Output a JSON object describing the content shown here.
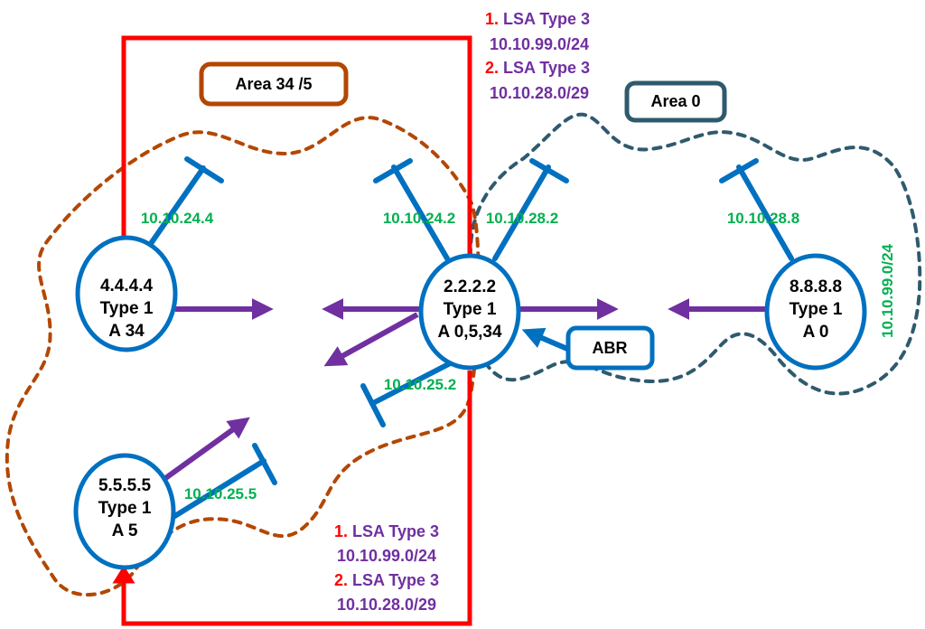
{
  "colors": {
    "router": "#0070c0",
    "lsa_type1_arrow": "#7030a0",
    "lsa_type3_path": "#ff0000",
    "area_34_5_boundary": "#b34700",
    "area_0_boundary": "#2f5a6e",
    "ip_label": "#00b050"
  },
  "areas": [
    {
      "label": "Area 34 /5"
    },
    {
      "label": "Area 0"
    }
  ],
  "routers": [
    {
      "id": "4.4.4.4",
      "lsa": "Type 1",
      "area": "A 34"
    },
    {
      "id": "2.2.2.2",
      "lsa": "Type 1",
      "area": "A 0,5,34"
    },
    {
      "id": "8.8.8.8",
      "lsa": "Type 1",
      "area": "A 0"
    },
    {
      "id": "5.5.5.5",
      "lsa": "Type 1",
      "area": "A 5"
    }
  ],
  "abr_label": "ABR",
  "interfaces": [
    "10.10.24.4",
    "10.10.24.2",
    "10.10.28.2",
    "10.10.28.8",
    "10.10.25.2",
    "10.10.25.5"
  ],
  "network_label": "10.10.99.0/24",
  "lsa_top": [
    {
      "num": "1.",
      "text": "LSA Type 3",
      "prefix": "10.10.99.0/24"
    },
    {
      "num": "2.",
      "text": "LSA Type 3",
      "prefix": "10.10.28.0/29"
    }
  ],
  "lsa_bottom": [
    {
      "num": "1.",
      "text": "LSA Type 3",
      "prefix": "10.10.99.0/24"
    },
    {
      "num": "2.",
      "text": "LSA Type 3",
      "prefix": "10.10.28.0/29"
    }
  ]
}
